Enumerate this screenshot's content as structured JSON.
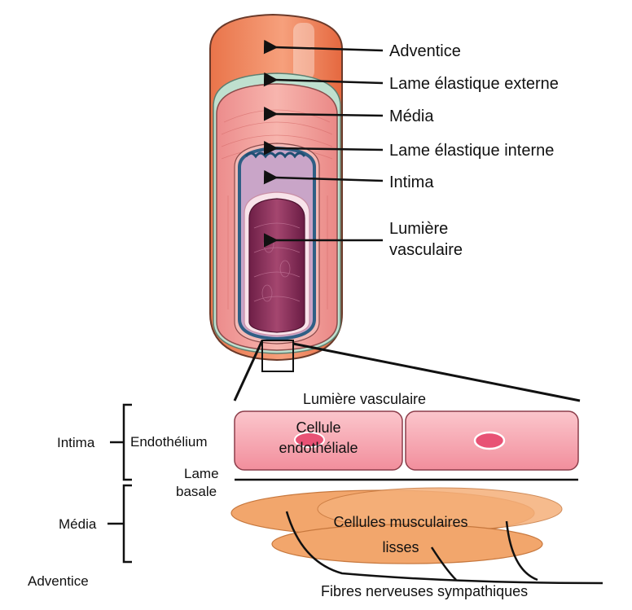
{
  "vessel_labels": {
    "adventice": "Adventice",
    "lame_externe": "Lame élastique externe",
    "media": "Média",
    "lame_interne": "Lame élastique interne",
    "intima": "Intima",
    "lumiere_line1": "Lumière",
    "lumiere_line2": "vasculaire"
  },
  "detail_labels": {
    "lumiere": "Lumière vasculaire",
    "cellule_line1": "Cellule",
    "cellule_line2": "endothéliale",
    "endothelium": "Endothélium",
    "intima": "Intima",
    "lame_line1": "Lame",
    "lame_line2": "basale",
    "media": "Média",
    "adventice": "Adventice",
    "muscle_line1": "Cellules musculaires",
    "muscle_line2": "lisses",
    "fibres": "Fibres nerveuses sympathiques"
  },
  "colors": {
    "adventice": "#ef8a5e",
    "media": "#f2a3a0",
    "lumen": "#8e2e5c",
    "endothelial_cell": "#f7a9b3",
    "smooth_muscle": "#f2a66c",
    "elastic_internal": "#3d6f93",
    "elastic_external": "#bfe0cf"
  }
}
